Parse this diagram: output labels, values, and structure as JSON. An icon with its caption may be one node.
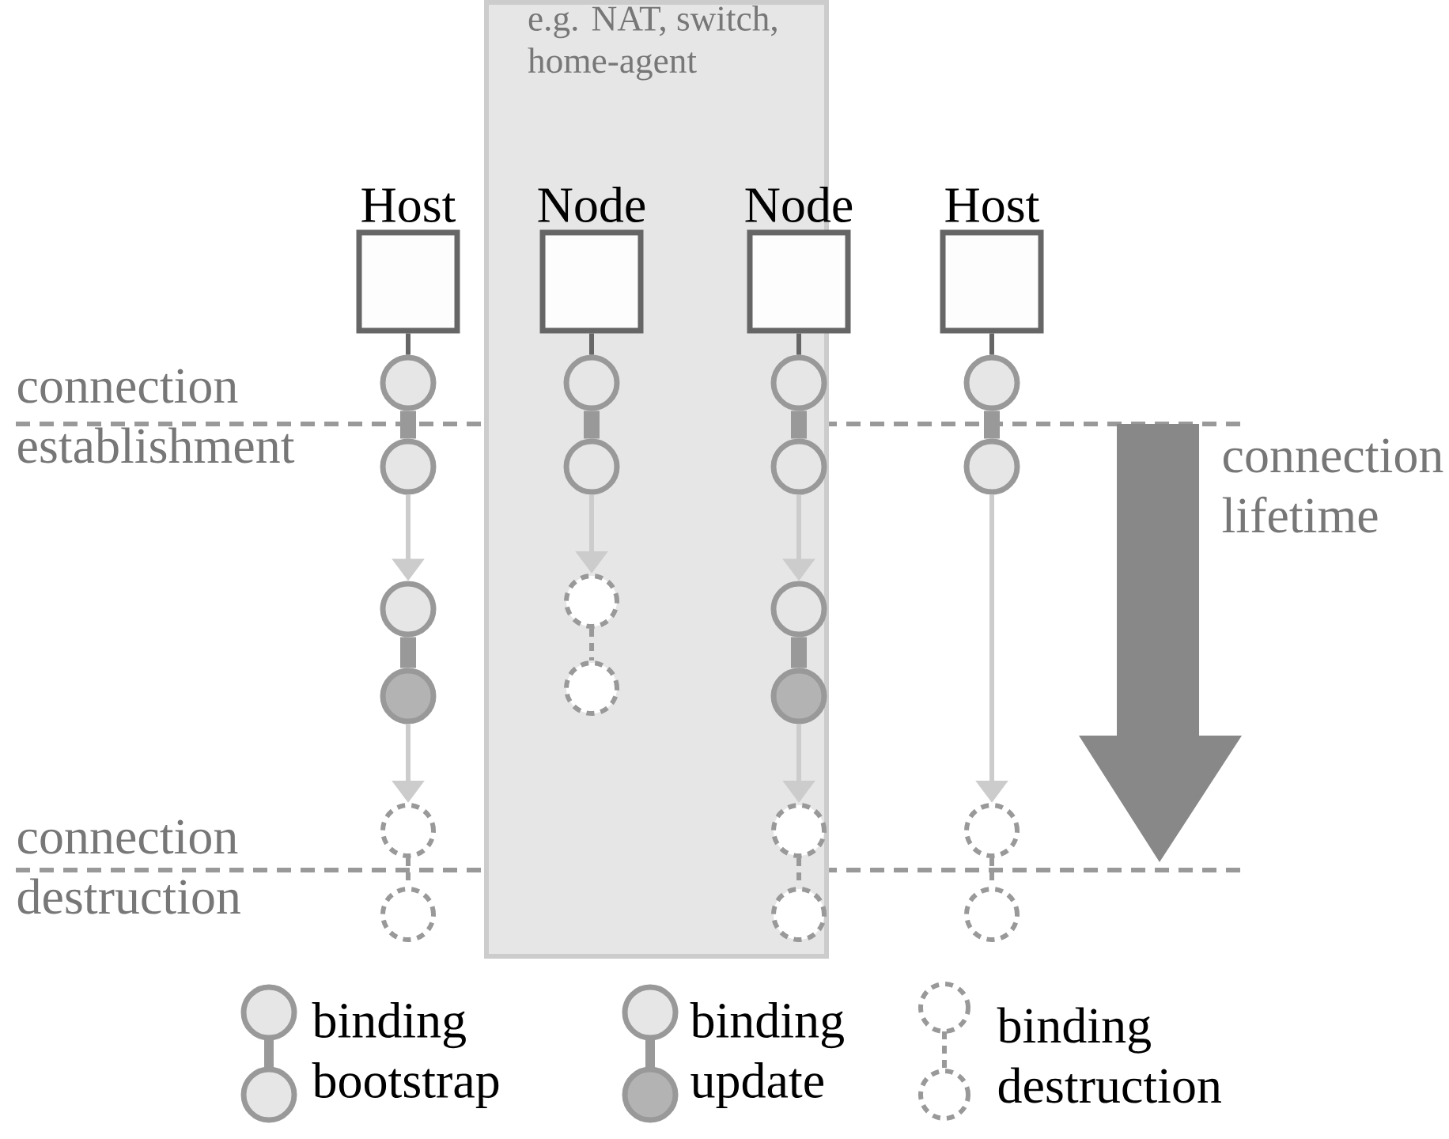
{
  "diagram": {
    "nodes": [
      {
        "text": [
          "e.g. NAT, switch, home-agent"
        ]
      },
      {
        "text": [
          "Host"
        ]
      },
      {
        "text": [
          "Node"
        ],
        "in": 0
      },
      {
        "text": [
          "Node"
        ],
        "in": 0
      },
      {
        "text": [
          "Host"
        ]
      },
      {
        "text": [],
        "shape": "circle"
      },
      {
        "text": [],
        "shape": "circle"
      },
      {
        "text": [],
        "shape": "circle"
      },
      {
        "text": [],
        "shape": "circle"
      },
      {
        "text": [],
        "shape": "circle"
      },
      {
        "text": [],
        "shape": "circle"
      },
      {
        "text": [],
        "shape": "circle",
        "in": 0
      },
      {
        "text": [],
        "shape": "circle",
        "in": 0
      },
      {
        "text": [],
        "shape": "circle",
        "in": 0
      },
      {
        "text": [],
        "shape": "circle",
        "in": 0
      },
      {
        "text": [],
        "shape": "circle",
        "in": 0
      },
      {
        "text": [],
        "shape": "circle",
        "in": 0
      },
      {
        "text": [],
        "shape": "circle",
        "in": 0
      },
      {
        "text": [],
        "shape": "circle",
        "in": 0
      },
      {
        "text": [],
        "shape": "circle",
        "in": 0
      },
      {
        "text": [],
        "shape": "circle",
        "in": 0
      },
      {
        "text": [],
        "shape": "circle"
      },
      {
        "text": [],
        "shape": "circle"
      },
      {
        "text": [],
        "shape": "circle"
      },
      {
        "text": [],
        "shape": "circle"
      }
    ],
    "edges": [
      {
        "from": 1,
        "to": 5,
        "arrow": "none",
        "color": "#666666"
      },
      {
        "from": 5,
        "to": 6,
        "arrow": "none",
        "style": "thick"
      },
      {
        "from": 6,
        "to": 7,
        "arrow": "to",
        "color": "#cccccc"
      },
      {
        "from": 7,
        "to": 8,
        "arrow": "none",
        "style": "thick"
      },
      {
        "from": 8,
        "to": 9,
        "arrow": "to",
        "color": "#cccccc"
      },
      {
        "from": 9,
        "to": 10,
        "arrow": "none",
        "style": "dashed"
      },
      {
        "from": 2,
        "to": 11,
        "arrow": "none",
        "color": "#666666"
      },
      {
        "from": 11,
        "to": 12,
        "arrow": "none",
        "style": "thick"
      },
      {
        "from": 12,
        "to": 13,
        "arrow": "to",
        "color": "#cccccc"
      },
      {
        "from": 13,
        "to": 14,
        "arrow": "none",
        "style": "dashed"
      },
      {
        "from": 3,
        "to": 15,
        "arrow": "none",
        "color": "#666666"
      },
      {
        "from": 15,
        "to": 16,
        "arrow": "none",
        "style": "thick"
      },
      {
        "from": 16,
        "to": 17,
        "arrow": "to",
        "color": "#cccccc"
      },
      {
        "from": 17,
        "to": 18,
        "arrow": "none",
        "style": "thick"
      },
      {
        "from": 18,
        "to": 19,
        "arrow": "to",
        "color": "#cccccc"
      },
      {
        "from": 19,
        "to": 20,
        "arrow": "none",
        "style": "dashed"
      },
      {
        "from": 4,
        "to": 21,
        "arrow": "none",
        "color": "#666666"
      },
      {
        "from": 21,
        "to": 22,
        "arrow": "none",
        "style": "thick"
      },
      {
        "from": 22,
        "to": 23,
        "arrow": "to",
        "color": "#cccccc"
      },
      {
        "from": 23,
        "to": 24,
        "arrow": "none",
        "style": "dashed"
      }
    ],
    "labels": [
      "connection establishment",
      "connection lifetime",
      "connection destruction"
    ],
    "legend": [
      {
        "text": "binding bootstrap"
      },
      {
        "text": "binding update"
      },
      {
        "text": "binding destruction"
      }
    ]
  }
}
